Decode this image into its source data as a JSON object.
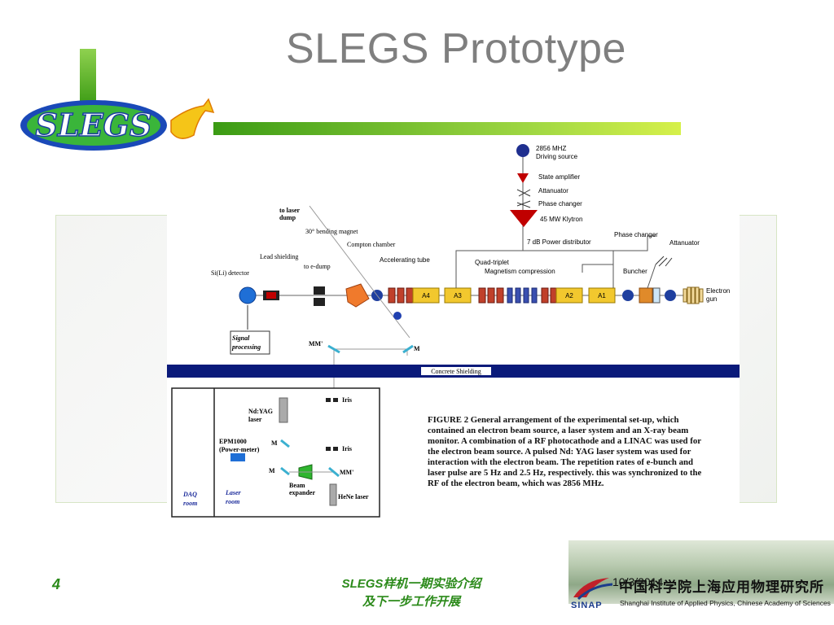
{
  "slide": {
    "title": "SLEGS Prototype",
    "logo_text": "SLEGS",
    "page_number": "4",
    "footer_line1": "SLEGS样机一期实验介绍",
    "footer_line2": "及下一步工作开展",
    "date": "10/3/2014",
    "institute_cn": "中国科学院上海应用物理研究所",
    "institute_en": "Shanghai Institute of Applied Physics, Chinese Academy of Sciences",
    "institute_logo": "SINAP"
  },
  "diagram": {
    "rf_chain": {
      "driving_source": [
        "2856 MHZ",
        "Driving source"
      ],
      "state_amplifier": "State amplifier",
      "attanuator_top": "Attanuator",
      "phase_changer_top": "Phase changer",
      "klystron": "45 MW Klytron",
      "power_distributor": "7 dB Power distributor",
      "phase_changer_right": "Phase changer",
      "attanuator_right": "Attanuator"
    },
    "beamline": {
      "to_laser_dump": [
        "to laser",
        "dump"
      ],
      "bending_magnet": "30° bending magnet",
      "compton_chamber": "Compton chamber",
      "lead_shielding": "Lead shielding",
      "to_e_dump": "to e-dump",
      "detector": "Si(Li) detector",
      "accelerating_tube": "Accelerating tube",
      "quad_triplet": "Quad-triplet",
      "magnetism_compression": "Magnetism compression",
      "buncher": "Buncher",
      "electron_gun": [
        "Electron",
        "gun"
      ],
      "cavities": [
        "A4",
        "A3",
        "A2",
        "A1"
      ],
      "signal_processing": [
        "Signal",
        "processing"
      ]
    },
    "optics": {
      "mm_top": "MM'",
      "m_top": "M",
      "concrete_shielding": "Concrete Shielding",
      "iris_1": "Iris",
      "iris_2": "Iris",
      "ndyag": [
        "Nd:YAG",
        "laser"
      ],
      "epm": [
        "EPM1000",
        "(Power-meter)"
      ],
      "m1": "M",
      "m2": "M",
      "mm_bottom": "MM'",
      "beam_expander": [
        "Beam",
        "expander"
      ],
      "hene": "HeNe laser",
      "daq_room": [
        "DAQ",
        "room"
      ],
      "laser_room": [
        "Laser",
        "room"
      ]
    },
    "caption": "FIGURE 2 General arrangement of the experimental set-up, which contained an electron beam source, a laser system and an X-ray beam monitor. A combination of a RF photocathode and a LINAC was used for the electron beam source. A pulsed Nd: YAG laser system was used for interaction with the electron beam. The repetition rates of e-bunch and laser pulse are 5 Hz and 2.5 Hz, respectively. this was synchronized to the RF of the electron beam, which was 2856 MHz."
  }
}
